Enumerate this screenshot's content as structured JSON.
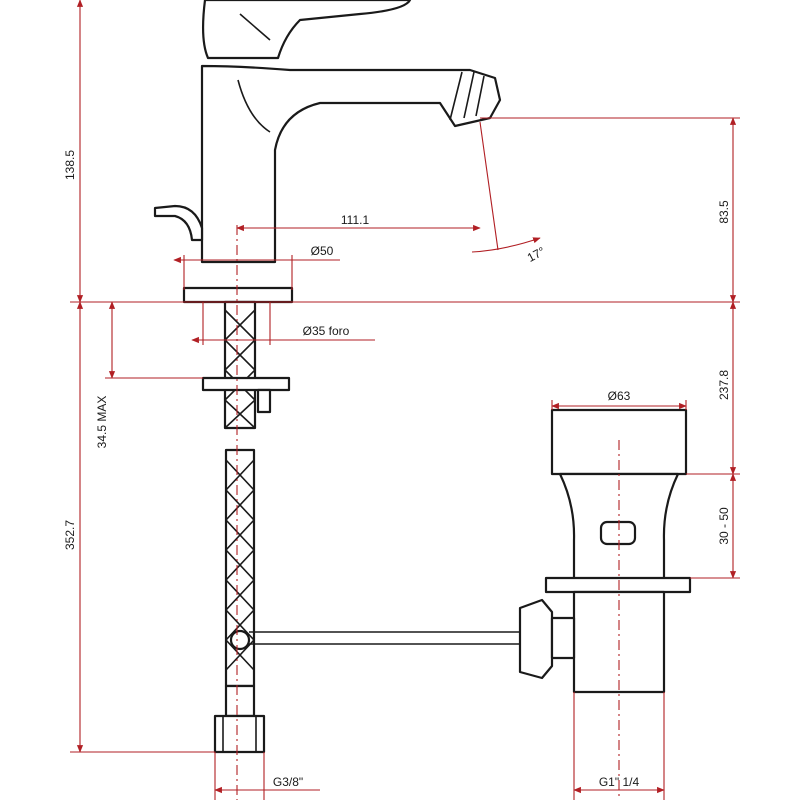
{
  "colors": {
    "object_line": "#1a1a1a",
    "dimension_line": "#b11f24",
    "background": "#ffffff"
  },
  "dimensions": {
    "overall_height": "138.5",
    "spout_height": "83.5",
    "spout_reach": "111.1",
    "tilt_angle": "17°",
    "base_diameter": "Ø50",
    "hole_diameter": "Ø35 foro",
    "max_thickness": "34.5 MAX",
    "hose_length": "352.7",
    "waste_diameter": "Ø63",
    "waste_depth": "237.8",
    "waste_adjust": "30 - 50",
    "hose_thread": "G3/8\"",
    "waste_thread": "G1\" 1/4"
  }
}
